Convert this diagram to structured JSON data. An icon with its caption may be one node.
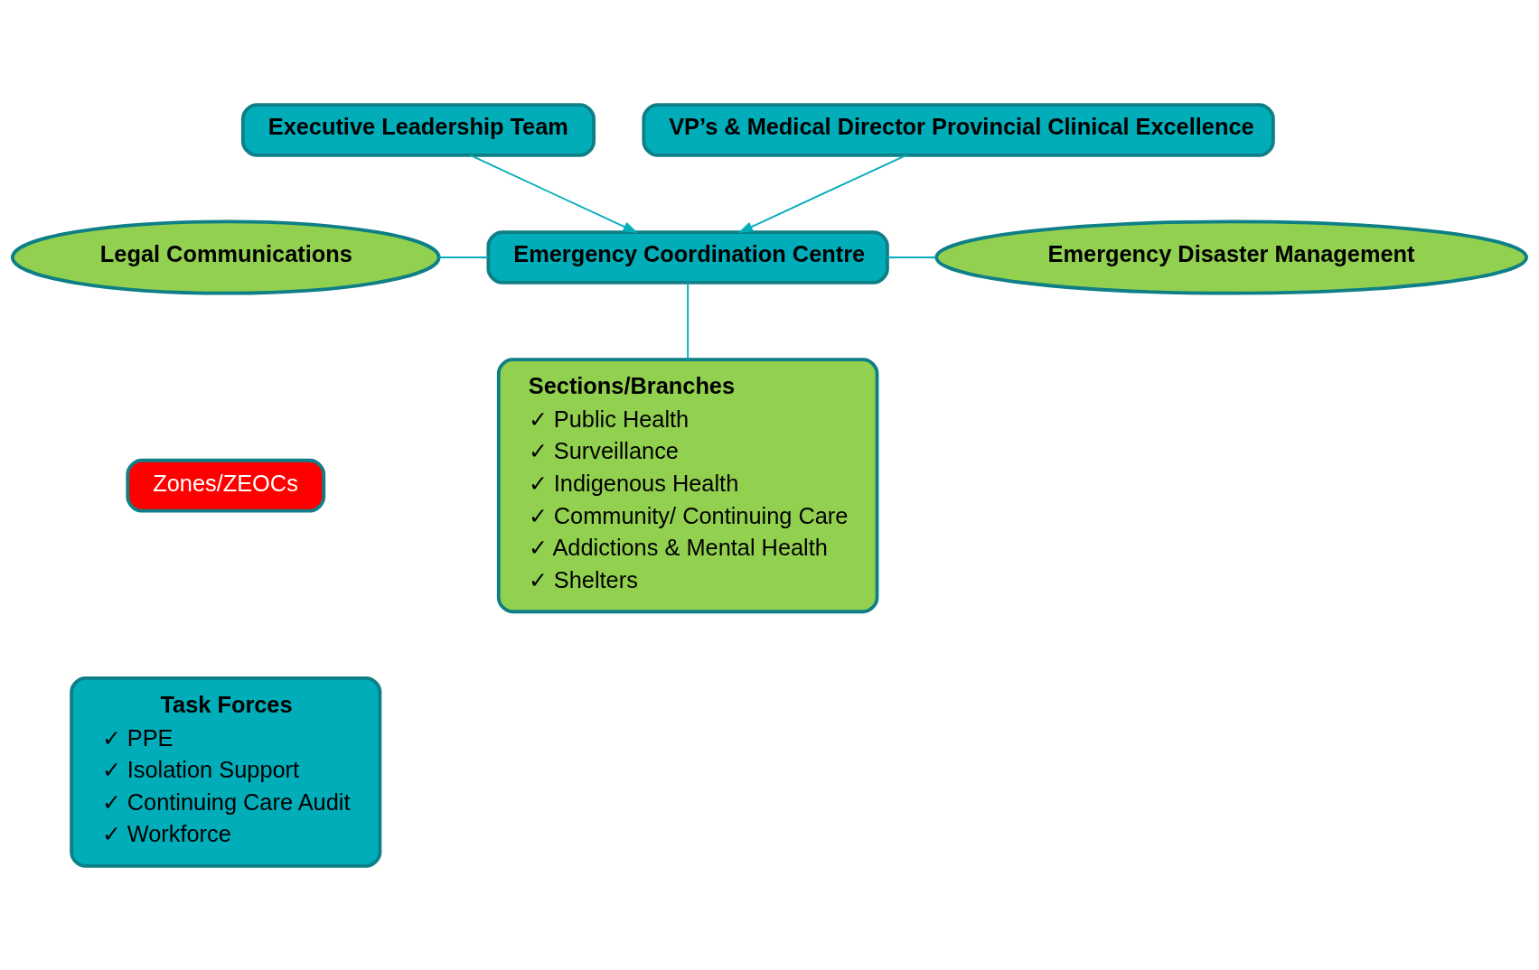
{
  "diagram": {
    "nodes": [
      {
        "text": [
          "Executive Leadership Team"
        ]
      },
      {
        "text": [
          "VP’s & Medical Director Provincial Clinical Excellence"
        ]
      },
      {
        "text": [
          "Legal Communications"
        ]
      },
      {
        "text": [
          "Emergency Coordination Centre"
        ]
      },
      {
        "text": [
          "Emergency Disaster Management"
        ]
      },
      {
        "text": [
          "Zones/ZEOCs"
        ]
      },
      {
        "text": [
          "Sections/Branches",
          "✓ Public Health",
          "✓ Surveillance",
          "✓ Indigenous Health",
          "✓ Community/ Continuing Care",
          "✓ Addictions & Mental Health",
          "✓ Shelters"
        ]
      },
      {
        "text": [
          "Task Forces",
          "✓ PPE",
          "✓ Isolation Support",
          "✓ Continuing Care Audit",
          "✓ Workforce"
        ]
      }
    ],
    "edges": [
      {
        "from": 0,
        "to": 3,
        "arrow": "to"
      },
      {
        "from": 1,
        "to": 3,
        "arrow": "to"
      },
      {
        "from": 2,
        "to": 3,
        "arrow": "none"
      },
      {
        "from": 3,
        "to": 4,
        "arrow": "none"
      },
      {
        "from": 3,
        "to": 6,
        "arrow": "none"
      }
    ]
  }
}
